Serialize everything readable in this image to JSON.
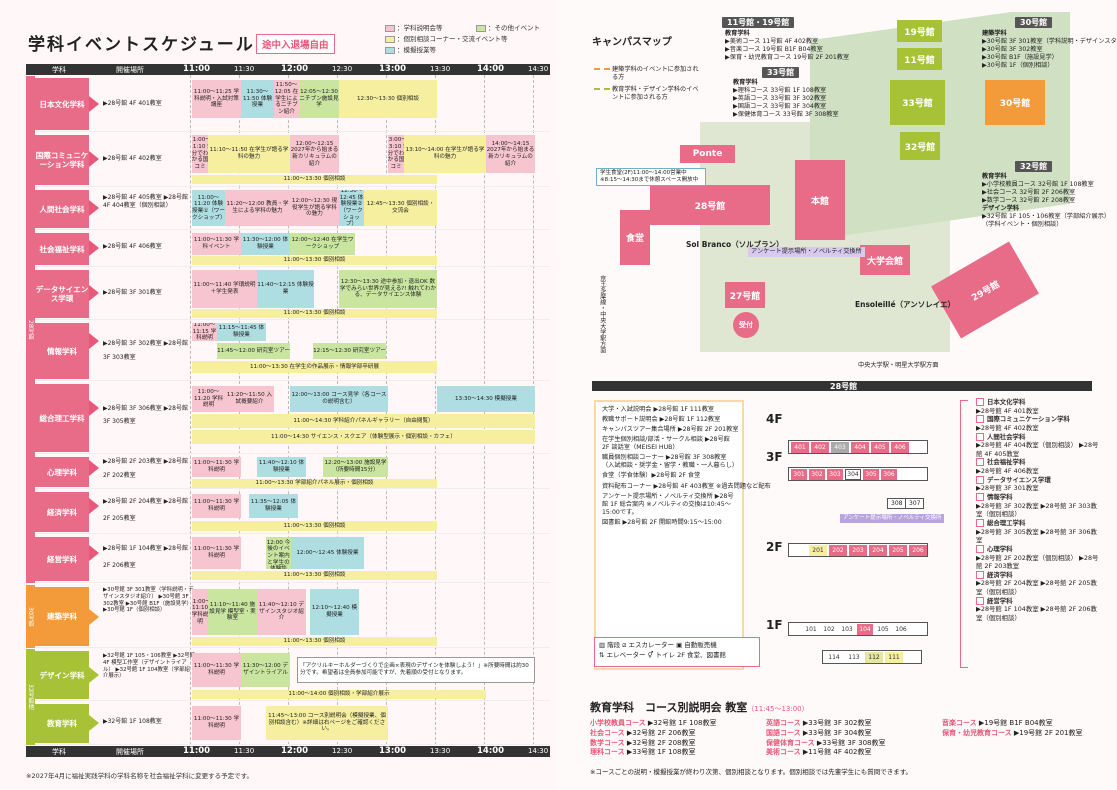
{
  "title": "学科イベントスケジュール",
  "badge": "途中入退場自由",
  "legend": [
    "：学科説明会等",
    "：その他イベント",
    "：個別相談コーナー・交流イベント等",
    "：模擬授業等"
  ],
  "header": {
    "dept": "学科",
    "venue": "開催場所",
    "times": [
      "11:00",
      "11:30",
      "12:00",
      "12:30",
      "13:00",
      "13:30",
      "14:00",
      "14:30"
    ]
  },
  "campus_bands": [
    "28号館",
    "30号館",
    "32号館他"
  ],
  "rows": [
    {
      "dept": "日本文化学科",
      "venue": "▶28号館 4F 401教室",
      "events": [
        "11:00〜11:25 学科説明・入試対策講座",
        "11:30〜11:50 体験授業",
        "11:50〜12:05 在学生によるニチブン紹介",
        "12:05〜12:30 ニチブン施設見学",
        "12:30〜13:30 個別相談"
      ]
    },
    {
      "dept": "国際コミュニケーション学科",
      "venue": "▶28号館 4F 402教室",
      "events": [
        "11:00〜11:10 5分でわかる国コミ",
        "11:10〜11:50 在学生が語る学科の魅力",
        "12:00〜12:15 2027年から始まる新カリキュラムの紹介",
        "13:00〜13:10 5分でわかる国コミ",
        "13:10〜14:00 在学生が語る学科の魅力",
        "14:00〜14:15 2027年から始まる新カリキュラムの紹介",
        "11:00〜13:30 個別相談"
      ]
    },
    {
      "dept": "人間社会学科",
      "venue": "▶28号館 4F 405教室 ▶28号館 4F 404教室（個別相談）",
      "events": [
        "11:00〜11:20 体験授業①（ワークショップ）",
        "11:20〜12:00 教員・学生による学科の魅力",
        "12:00〜12:30 現役学生が語る学科の魅力",
        "12:30〜12:45 体験授業②（ワークショップ）",
        "12:45〜13:30 個別相談・交流会"
      ]
    },
    {
      "dept": "社会福祉学科",
      "venue": "▶28号館 4F 406教室",
      "events": [
        "11:00〜11:30 学科イベント",
        "11:30〜12:00 体験授業",
        "12:00〜12:40 在学生ワークショップ",
        "11:00〜13:30 個別相談"
      ]
    },
    {
      "dept": "データサイエンス学環",
      "venue": "▶28号館 3F 301教室",
      "events": [
        "11:00〜11:40 学環説明＋学生発表",
        "11:40〜12:15 体験授業",
        "12:30〜13:30 途中参加・退出OK 数学でみらい世界が見える?! 触れてわかる、データサイエンス体験",
        "11:00〜13:30 個別相談"
      ]
    },
    {
      "dept": "情報学科",
      "venue": "▶28号館 3F 302教室 ▶28号館 3F 303教室",
      "events": [
        "11:00〜11:15 学科説明",
        "11:15〜11:45 体験授業",
        "11:45〜12:00 研究室ツアー",
        "12:15〜12:30 研究室ツアー",
        "11:00〜13:30 在学生の作品展示・情報学部卒研展"
      ]
    },
    {
      "dept": "総合理工学科",
      "venue": "▶28号館 3F 306教室 ▶28号館 3F 305教室",
      "events": [
        "11:00〜11:20 学科説明",
        "11:20〜11:50 入試概要紹介",
        "12:00〜13:00 コース見学（各コースの説明含む）",
        "13:30〜14:30 模擬授業",
        "11:00〜14:30 学科紹介パネルギャラリー（自由閲覧）",
        "11:00〜14:30 サイエンス・スクエア（体験型展示・個別相談・カフェ）"
      ]
    },
    {
      "dept": "心理学科",
      "venue": "▶28号館 2F 203教室 ▶28号館 2F 202教室",
      "events": [
        "11:00〜11:30 学科説明",
        "11:40〜12:10 体験授業",
        "12:20〜13:00 施設見学（所要時間15分）",
        "11:00〜13:30 学部紹介パネル展示・個別相談"
      ]
    },
    {
      "dept": "経済学科",
      "venue": "▶28号館 2F 204教室 ▶28号館 2F 205教室",
      "events": [
        "11:00〜11:30 学科説明",
        "11:35〜12:05 体験授業",
        "11:00〜13:30 個別相談"
      ]
    },
    {
      "dept": "経営学科",
      "venue": "▶28号館 1F 104教室 ▶28号館 2F 206教室",
      "events": [
        "11:00〜11:30 学科説明",
        "11:45〜12:00 今後のイベント案内と学生の体験談",
        "12:00〜12:45 体験授業",
        "11:00〜13:30 個別相談"
      ]
    },
    {
      "dept": "建築学科",
      "venue": "▶30号館 3F 301教室（学科説明・デザインスタジオ紹介） ▶30号館 3F 302教室 ▶30号館 B1F（施設見学） ▶30号館 1F（個別相談）",
      "events": [
        "11:00〜11:10 学科説明",
        "11:10〜11:40 施設見学 模型室・実験室",
        "11:40〜12:10 デザインスタジオ紹介",
        "12:10〜12:40 模擬授業",
        "11:00〜13:30 個別相談"
      ]
    },
    {
      "dept": "デザイン学科",
      "venue": "▶32号館 1F 105・106教室 ▶32号館 4F 模型工作室（デザイントライアル） ▶32号館 1F 104教室（学部紹介展示）",
      "events": [
        "11:00〜11:30 学科説明",
        "11:30〜12:00 デザイントライアル",
        "「アクリルキーホルダーづくりで企画×表現のデザインを体験しよう！」※所要時間は約30分です。希望者は全員参加可能ですが、先着順の受付となります。",
        "11:00〜14:00 個別相談・学部紹介展示"
      ]
    },
    {
      "dept": "教育学科",
      "venue": "▶32号館 1F 108教室",
      "events": [
        "11:00〜11:30 学科説明",
        "11:45〜13:00 コース別説明会（模擬授業、個別相談含む）※詳細は右ページをご確認ください。"
      ]
    }
  ],
  "footnote": "※2027年4月に福祉実践学科の学科名称を社会福祉学科に変更する予定です。",
  "map": {
    "title": "キャンパスマップ",
    "legend": [
      "建築学科のイベントに参加される方",
      "教育学科・デザイン学科のイベントに参加される方"
    ],
    "buildings": [
      "19号館",
      "11号館",
      "33号館",
      "30号館",
      "32号館",
      "28号館",
      "本館",
      "Ponte",
      "食堂",
      "27号館",
      "受付",
      "大学会館",
      "29号館"
    ],
    "labels": [
      "Sol Branco（ソルブラン）",
      "Ensoleillé（アンソレイエ）",
      "中央大学駅・明星大学駅方面",
      "アンケート提示場所・ノベルティ交換所",
      "学生食堂(2F)11:00〜14:00営業中 ※8:15〜14:30まで休憩スペース開放中",
      "京王多摩線・中央大学駅方面"
    ],
    "notes_11_19": [
      "教育学科",
      "▶美術コース 11号館 4F 402教室",
      "▶音楽コース 19号館 B1F B04教室",
      "▶保育・幼児教育コース 19号館 2F 201教室"
    ],
    "notes_33": [
      "教育学科",
      "▶理科コース 33号館 1F 108教室",
      "▶英語コース 33号館 3F 302教室",
      "▶国語コース 33号館 3F 304教室",
      "▶保健体育コース 33号館 3F 308教室"
    ],
    "notes_30": [
      "建築学科",
      "▶30号館 3F 301教室（学科説明・デザインスタジオ紹介）",
      "▶30号館 3F 302教室",
      "▶30号館 B1F（施設見学）",
      "▶30号館 1F（個別相談）"
    ],
    "notes_32": [
      "教育学科",
      "▶小学校教員コース 32号館 1F 108教室",
      "▶社会コース 32号館 2F 206教室",
      "▶数学コース 32号館 2F 208教室",
      "デザイン学科",
      "▶32号館 1F 105・106教室（学部紹介展示）",
      "（学科イベント・個別相談）"
    ],
    "band_33": "33号館",
    "band_11_19": "11号館・19号館",
    "band_30": "30号館",
    "band_32": "32号館"
  },
  "info": [
    "大学・入試説明会 ▶28号館 1F 111教室",
    "教職サポート説明会 ▶28号館 1F 112教室",
    "キャンパスツアー集合場所 ▶28号館 2F 201教室",
    "在学生個別相談/部活・サークル相談 ▶28号館 2F 談話室（MEISEI HUB）",
    "職員個別相談コーナー ▶28号館 3F 308教室（入試相談・奨学金・留学・教職・一人暮らし）",
    "食堂（学食体験）▶28号館 2F 食堂",
    "資料配布コーナー ▶28号館 4F 403教室 ※過去問題など配布",
    "アンケート提示場所・ノベルティ交換所 ▶28号館 1F 総合案内 ※ノベルティの交換は10:45〜15:00です。",
    "図書館 ▶28号館 2F 開館時間9:15〜15:00"
  ],
  "floor_title": "28号館",
  "floors": {
    "4F": [
      "401",
      "402",
      "403",
      "404",
      "405",
      "406"
    ],
    "3F": [
      "301",
      "302",
      "303",
      "304",
      "305",
      "306",
      "307",
      "308"
    ],
    "2F": [
      "201",
      "202",
      "203",
      "204",
      "205",
      "206"
    ],
    "1F": [
      "101",
      "102",
      "103",
      "104",
      "105",
      "106",
      "111",
      "112",
      "113",
      "114"
    ]
  },
  "icons_legend": [
    "階段",
    "エスカレーター",
    "自動販売機",
    "エレベーター",
    "トイレ",
    "2F 食堂、図書館"
  ],
  "dept_list": [
    {
      "n": "日本文化学科",
      "v": "▶28号館 4F 401教室"
    },
    {
      "n": "国際コミュニケーション学科",
      "v": "▶28号館 4F 402教室"
    },
    {
      "n": "人間社会学科",
      "v": "▶28号館 4F 404教室（個別相談） ▶28号館 4F 405教室"
    },
    {
      "n": "社会福祉学科",
      "v": "▶28号館 4F 406教室"
    },
    {
      "n": "データサイエンス学環",
      "v": "▶28号館 3F 301教室"
    },
    {
      "n": "情報学科",
      "v": "▶28号館 3F 302教室 ▶28号館 3F 303教室（個別相談）"
    },
    {
      "n": "総合理工学科",
      "v": "▶28号館 3F 305教室 ▶28号館 3F 306教室"
    },
    {
      "n": "心理学科",
      "v": "▶28号館 2F 202教室（個別相談） ▶28号館 2F 203教室"
    },
    {
      "n": "経済学科",
      "v": "▶28号館 2F 204教室 ▶28号館 2F 205教室（個別相談）"
    },
    {
      "n": "経営学科",
      "v": "▶28号館 1F 104教室 ▶28号館 2F 206教室（個別相談）"
    }
  ],
  "course": {
    "title": "教育学科　コース別説明会 教室",
    "time": "（11:45〜13:00）",
    "items": [
      [
        "小学校教員コース",
        "▶32号館 1F 108教室"
      ],
      [
        "英語コース",
        "▶33号館 3F 302教室"
      ],
      [
        "音楽コース",
        "▶19号館 B1F B04教室"
      ],
      [
        "社会コース",
        "▶32号館 2F 206教室"
      ],
      [
        "国語コース",
        "▶33号館 3F 304教室"
      ],
      [
        "保育・幼児教育コース",
        "▶19号館 2F 201教室"
      ],
      [
        "数学コース",
        "▶32号館 2F 208教室"
      ],
      [
        "保健体育コース",
        "▶33号館 3F 308教室"
      ],
      [
        "",
        ""
      ],
      [
        "理科コース",
        "▶33号館 1F 108教室"
      ],
      [
        "美術コース",
        "▶11号館 4F 402教室"
      ],
      [
        "",
        ""
      ]
    ],
    "note": "※コースごとの説明・模擬授業が終わり次第、個別相談となります。個別相談では先輩学生にも質問できます。"
  }
}
